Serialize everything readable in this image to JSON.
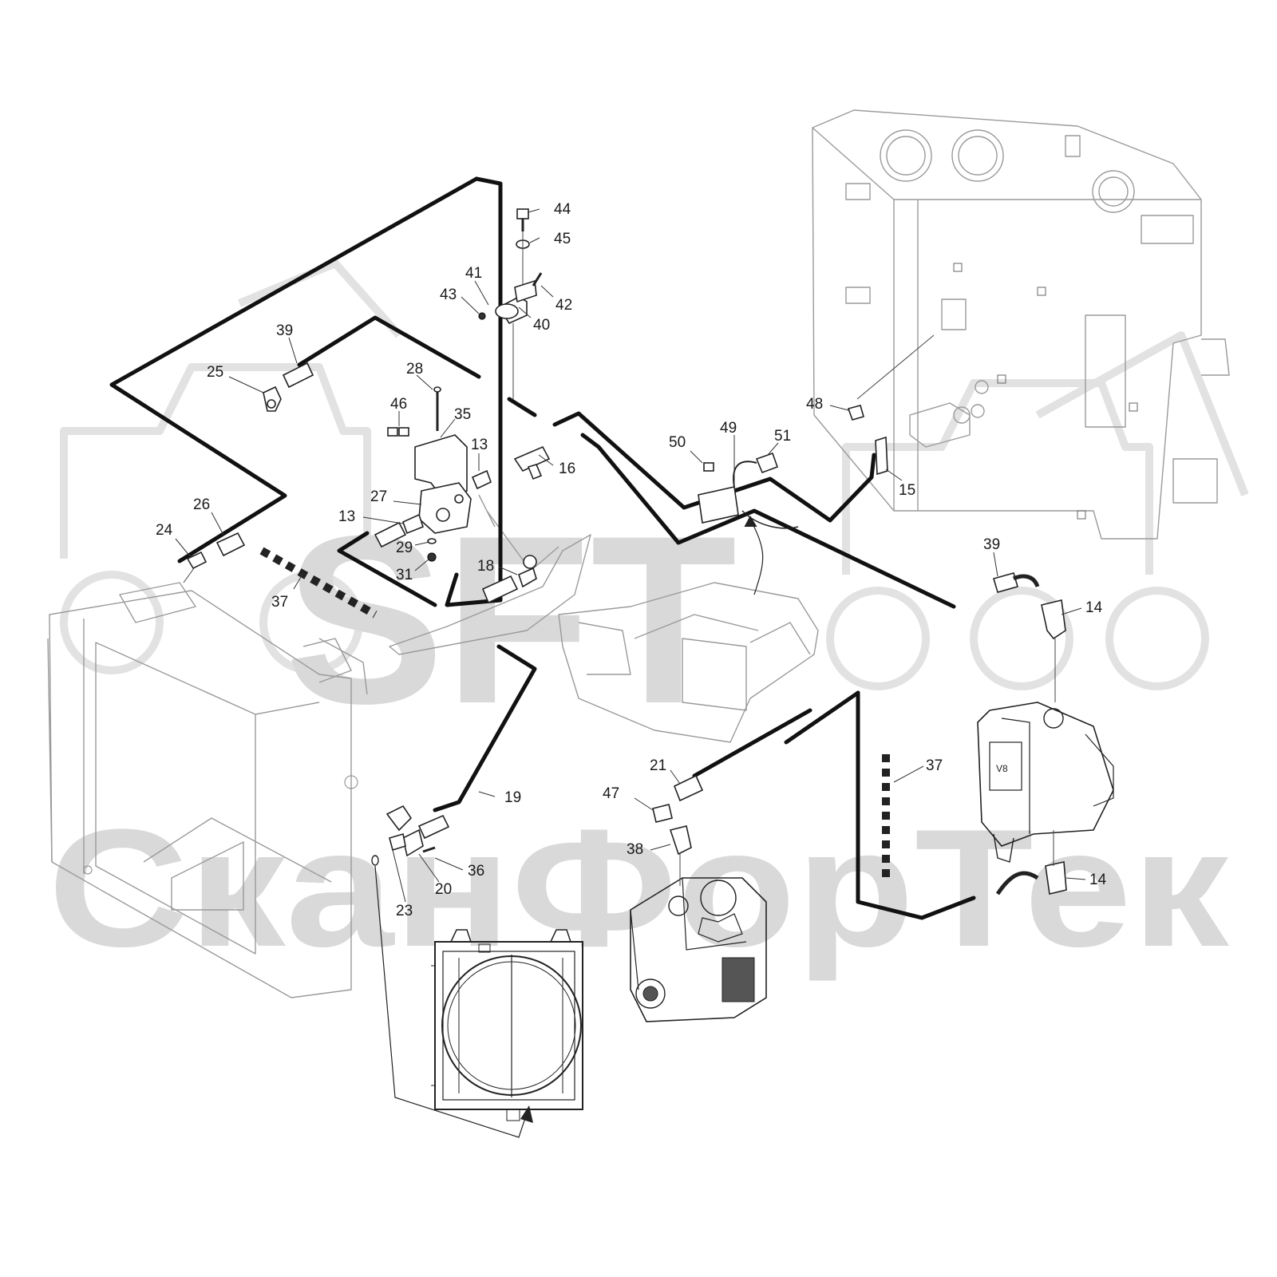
{
  "watermark": {
    "logo": "SFT",
    "brand": "СканФорТек"
  },
  "callouts": [
    {
      "id": "44",
      "text": "44"
    },
    {
      "id": "45",
      "text": "45"
    },
    {
      "id": "41",
      "text": "41"
    },
    {
      "id": "43",
      "text": "43"
    },
    {
      "id": "42",
      "text": "42"
    },
    {
      "id": "40",
      "text": "40"
    },
    {
      "id": "39a",
      "text": "39"
    },
    {
      "id": "25",
      "text": "25"
    },
    {
      "id": "28",
      "text": "28"
    },
    {
      "id": "46",
      "text": "46"
    },
    {
      "id": "35",
      "text": "35"
    },
    {
      "id": "13a",
      "text": "13"
    },
    {
      "id": "16",
      "text": "16"
    },
    {
      "id": "27",
      "text": "27"
    },
    {
      "id": "13b",
      "text": "13"
    },
    {
      "id": "29",
      "text": "29"
    },
    {
      "id": "31",
      "text": "31"
    },
    {
      "id": "18",
      "text": "18"
    },
    {
      "id": "26",
      "text": "26"
    },
    {
      "id": "24",
      "text": "24"
    },
    {
      "id": "37a",
      "text": "37"
    },
    {
      "id": "50",
      "text": "50"
    },
    {
      "id": "49",
      "text": "49"
    },
    {
      "id": "51",
      "text": "51"
    },
    {
      "id": "48",
      "text": "48"
    },
    {
      "id": "15",
      "text": "15"
    },
    {
      "id": "39b",
      "text": "39"
    },
    {
      "id": "14a",
      "text": "14"
    },
    {
      "id": "21",
      "text": "21"
    },
    {
      "id": "47",
      "text": "47"
    },
    {
      "id": "37b",
      "text": "37"
    },
    {
      "id": "38",
      "text": "38"
    },
    {
      "id": "19",
      "text": "19"
    },
    {
      "id": "36",
      "text": "36"
    },
    {
      "id": "20",
      "text": "20"
    },
    {
      "id": "23",
      "text": "23"
    },
    {
      "id": "14b",
      "text": "14"
    }
  ]
}
